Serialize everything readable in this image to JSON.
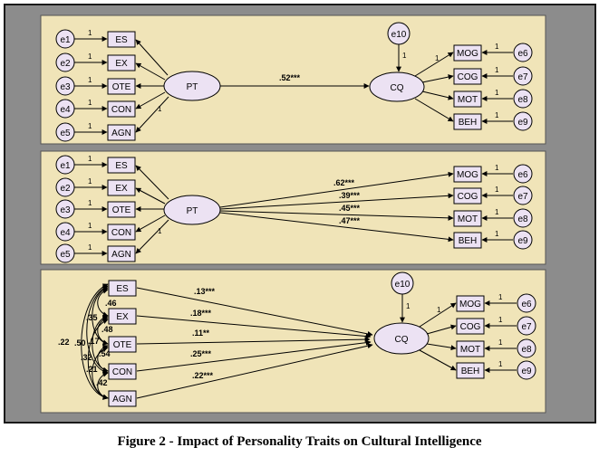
{
  "caption": "Figure 2 - Impact of Personality Traits on Cultural Intelligence",
  "colors": {
    "frame_bg": "#8c8c8c",
    "panel_bg": "#f0e4b8",
    "box_fill": "#ece2f3",
    "ellipse_fill": "#ece2f3",
    "line": "#000000"
  },
  "panels": [
    {
      "name": "panel-1",
      "error_terms": [
        "e1",
        "e2",
        "e3",
        "e4",
        "e5"
      ],
      "trait_indicators": [
        "ES",
        "EX",
        "OTE",
        "CON",
        "AGN"
      ],
      "loading_labels": [
        "1",
        "1",
        "1",
        "1",
        "1"
      ],
      "latent_trait": "PT",
      "latent_outcome": "CQ",
      "structural_path": ".52***",
      "disturbance": "e10",
      "outcome_indicators": [
        "MOG",
        "COG",
        "MOT",
        "BEH"
      ],
      "outcome_errors": [
        "e6",
        "e7",
        "e8",
        "e9"
      ]
    },
    {
      "name": "panel-2",
      "error_terms": [
        "e1",
        "e2",
        "e3",
        "e4",
        "e5"
      ],
      "trait_indicators": [
        "ES",
        "EX",
        "OTE",
        "CON",
        "AGN"
      ],
      "latent_trait": "PT",
      "paths": [
        ".62***",
        ".39***",
        ".45***",
        ".47***"
      ],
      "outcome_indicators": [
        "MOG",
        "COG",
        "MOT",
        "BEH"
      ],
      "outcome_errors": [
        "e6",
        "e7",
        "e8",
        "e9"
      ]
    },
    {
      "name": "panel-3",
      "trait_indicators": [
        "ES",
        "EX",
        "OTE",
        "CON",
        "AGN"
      ],
      "paths": [
        ".13***",
        ".18***",
        ".11**",
        ".25***",
        ".22***"
      ],
      "correlations": [
        ".46",
        ".35",
        ".48",
        ".17",
        ".50",
        ".54",
        ".22",
        ".32",
        ".21",
        ".42"
      ],
      "latent_outcome": "CQ",
      "disturbance": "e10",
      "outcome_indicators": [
        "MOG",
        "COG",
        "MOT",
        "BEH"
      ],
      "outcome_errors": [
        "e6",
        "e7",
        "e8",
        "e9"
      ]
    }
  ]
}
